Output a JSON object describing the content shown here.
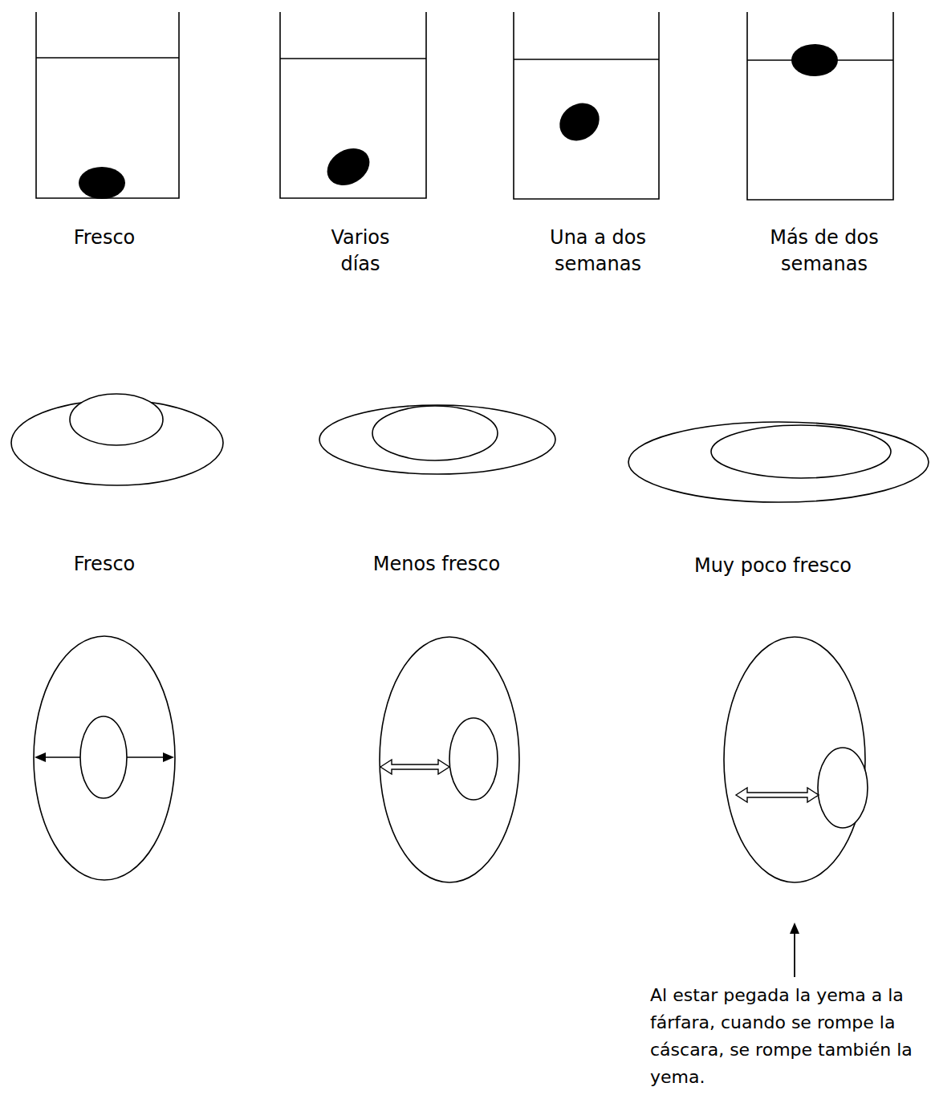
{
  "diagram": {
    "labels": [
      "Fresco",
      "Varios días",
      "Una a dos semanas",
      "Más de dos semanas",
      "Fresco",
      "Menos fresco",
      "Muy poco fresco",
      "Al estar pegada la yema a la fárfara, cuando se rompe la cáscara, se rompe también la yema."
    ]
  }
}
